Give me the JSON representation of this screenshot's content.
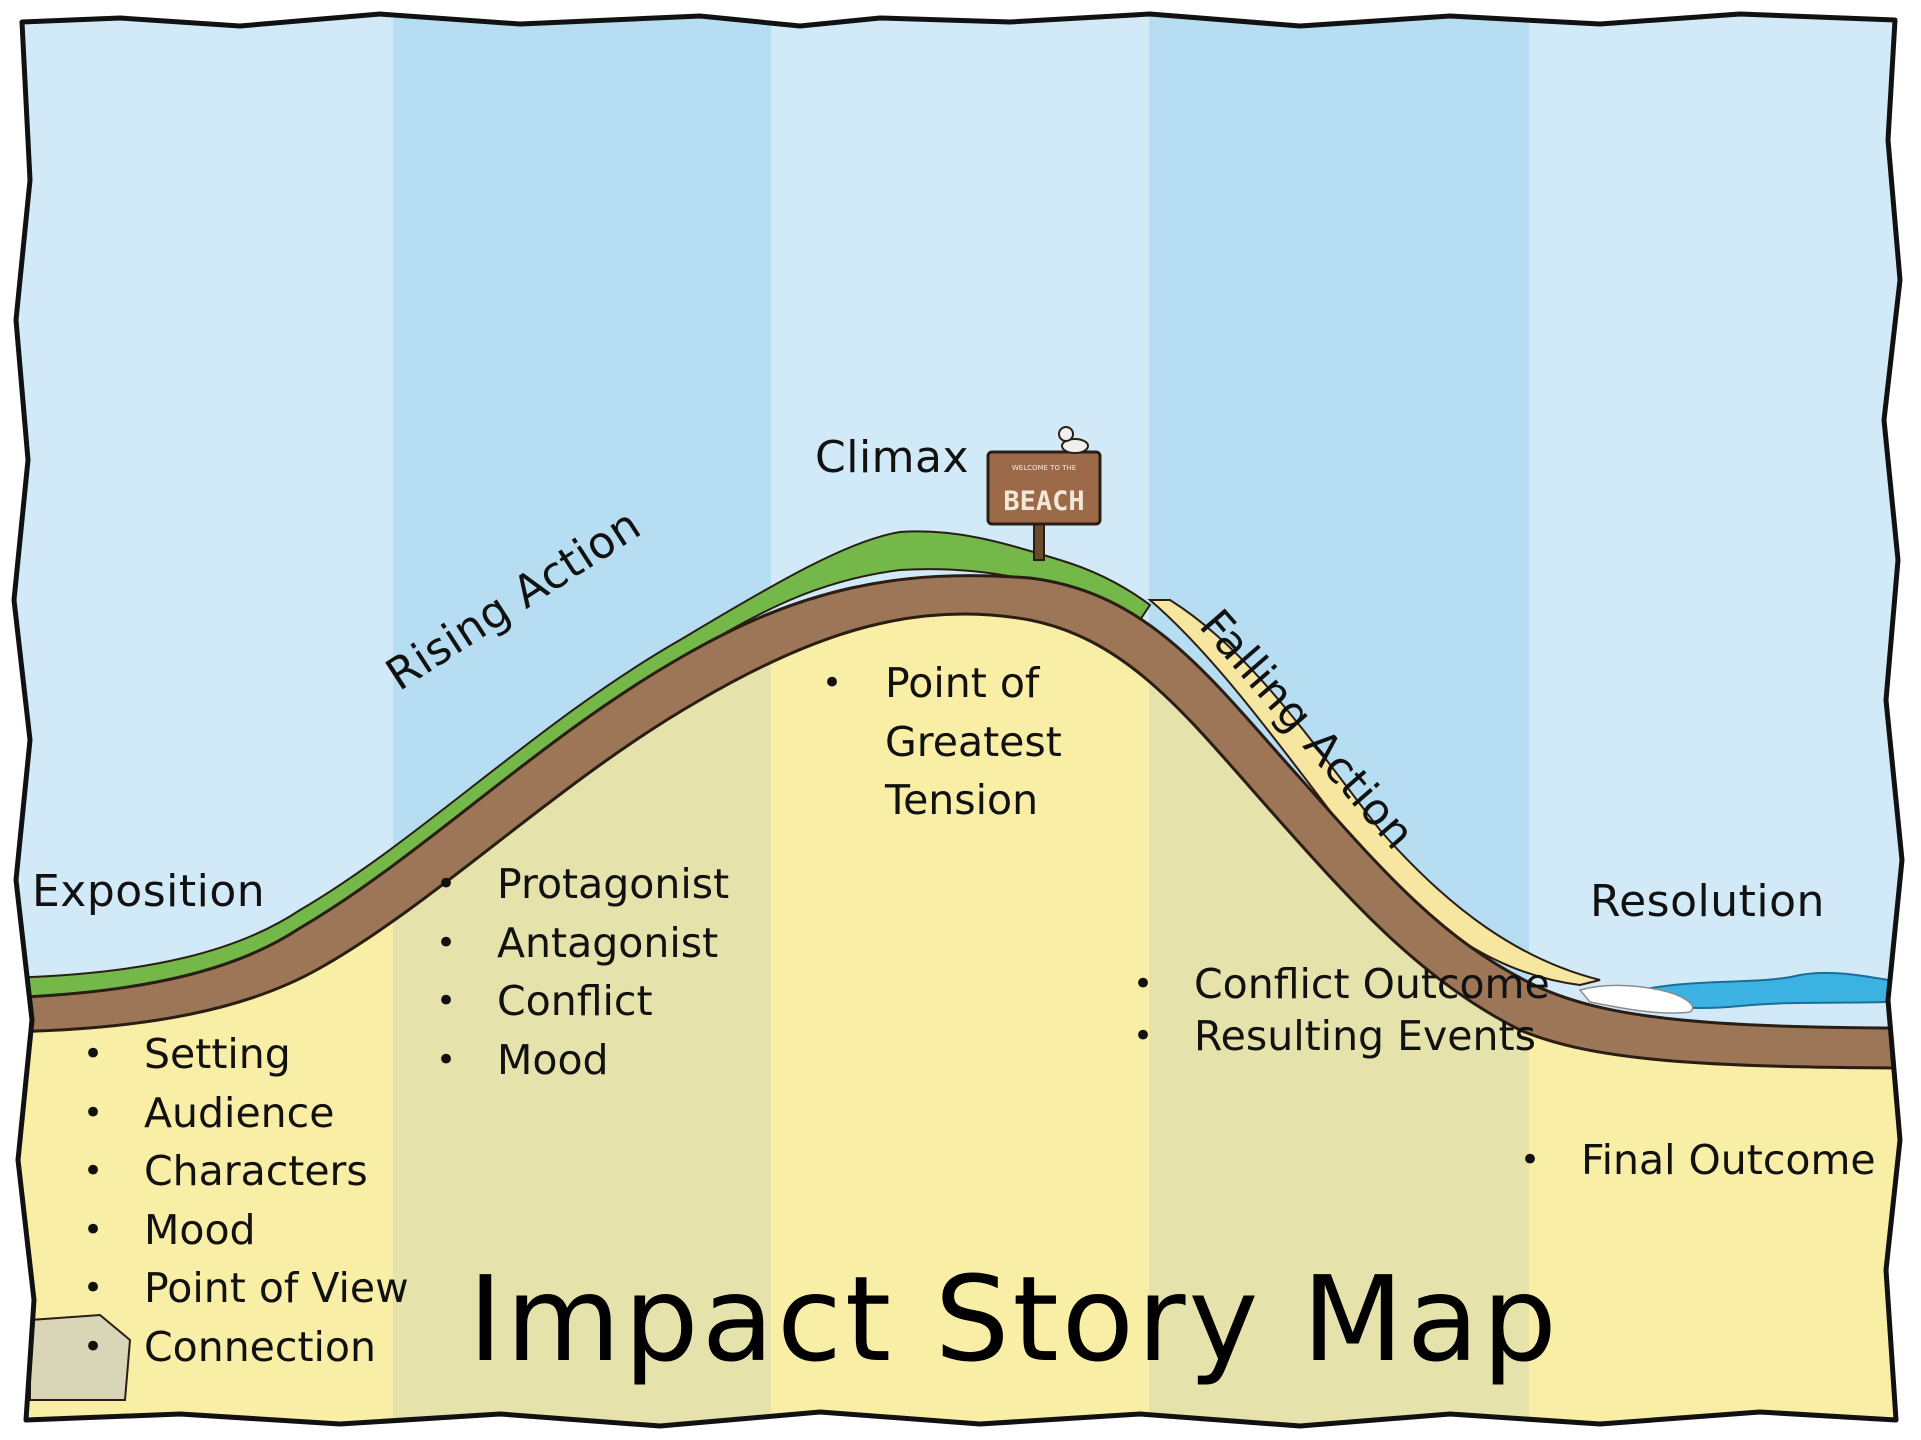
{
  "title": "Impact Story Map",
  "sign": {
    "small_text": "WELCOME TO THE",
    "text": "BEACH"
  },
  "stages": {
    "exposition": {
      "label": "Exposition",
      "bullets": [
        "Setting",
        "Audience",
        "Characters",
        "Mood",
        "Point of View",
        "Connection"
      ]
    },
    "rising_action": {
      "label": "Rising Action",
      "bullets": [
        "Protagonist",
        "Antagonist",
        "Conflict",
        "Mood"
      ]
    },
    "climax": {
      "label": "Climax",
      "bullet_lines": [
        "Point of",
        "Greatest",
        "Tension"
      ]
    },
    "falling_action": {
      "label": "Falling Action",
      "bullets": [
        "Conflict Outcome",
        "Resulting Events"
      ]
    },
    "resolution": {
      "label": "Resolution",
      "bullets": [
        "Final Outcome"
      ]
    }
  },
  "colors": {
    "sky_light": "#d2eaf7",
    "sky_dark": "#b6ddf1",
    "sand_light": "#f9eea5",
    "sand_dark": "#e6e2ab",
    "dirt": "#9c7656",
    "grass": "#74b84a",
    "water": "#3cb2e3"
  }
}
